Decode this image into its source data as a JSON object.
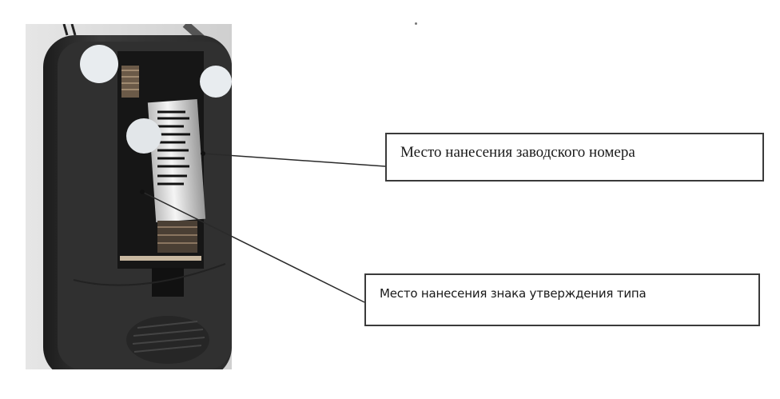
{
  "figure": {
    "description": "Photo of device battery compartment with two callout labels",
    "photo": {
      "subject": "device-battery-compartment"
    },
    "callouts": [
      {
        "label": "Место нанесения заводского номера",
        "target": "barcode-label"
      },
      {
        "label": "Место нанесения знака утверждения типа",
        "target": "compartment-wall"
      }
    ]
  },
  "colors": {
    "line": "#2a2a2a",
    "box_border": "#3a3a3a",
    "text": "#1a1a1a",
    "device_body": "#2e2e2e"
  }
}
